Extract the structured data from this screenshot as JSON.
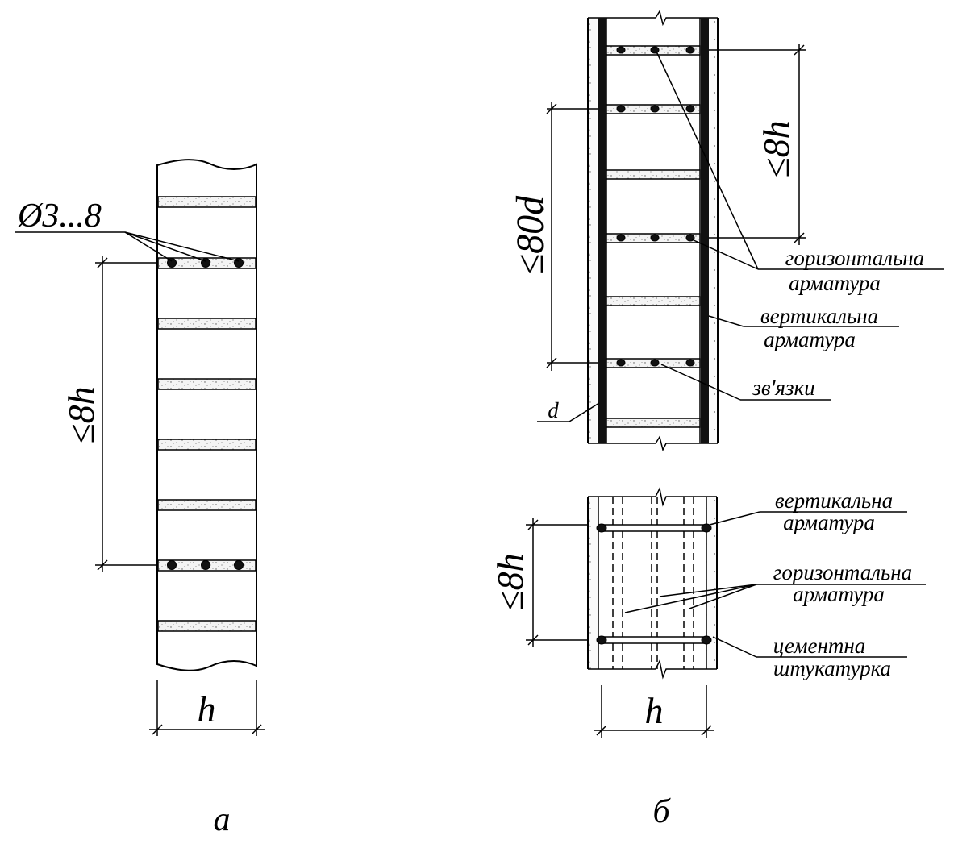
{
  "wall_a": {
    "diameter_label": "Ø3...8",
    "spacing_label": "≤8h",
    "thickness_label": "h",
    "caption": "а"
  },
  "wall_b_elevation": {
    "spacing_80d_label": "≤80d",
    "spacing_8h_label": "≤8h",
    "bar_diameter_label": "d",
    "horizontal_rebar_label": [
      "горизонтальна",
      "арматура"
    ],
    "vertical_rebar_label": [
      "вертикальна",
      "арматура"
    ],
    "ties_label": "зв'язки"
  },
  "wall_b_section": {
    "vertical_rebar_label": [
      "вертикальна",
      "арматура"
    ],
    "horizontal_rebar_label": [
      "горизонтальна",
      "арматура"
    ],
    "plaster_label": [
      "цементна",
      "штукатурка"
    ],
    "spacing_label": "≤8h",
    "thickness_label": "h",
    "caption": "б"
  }
}
